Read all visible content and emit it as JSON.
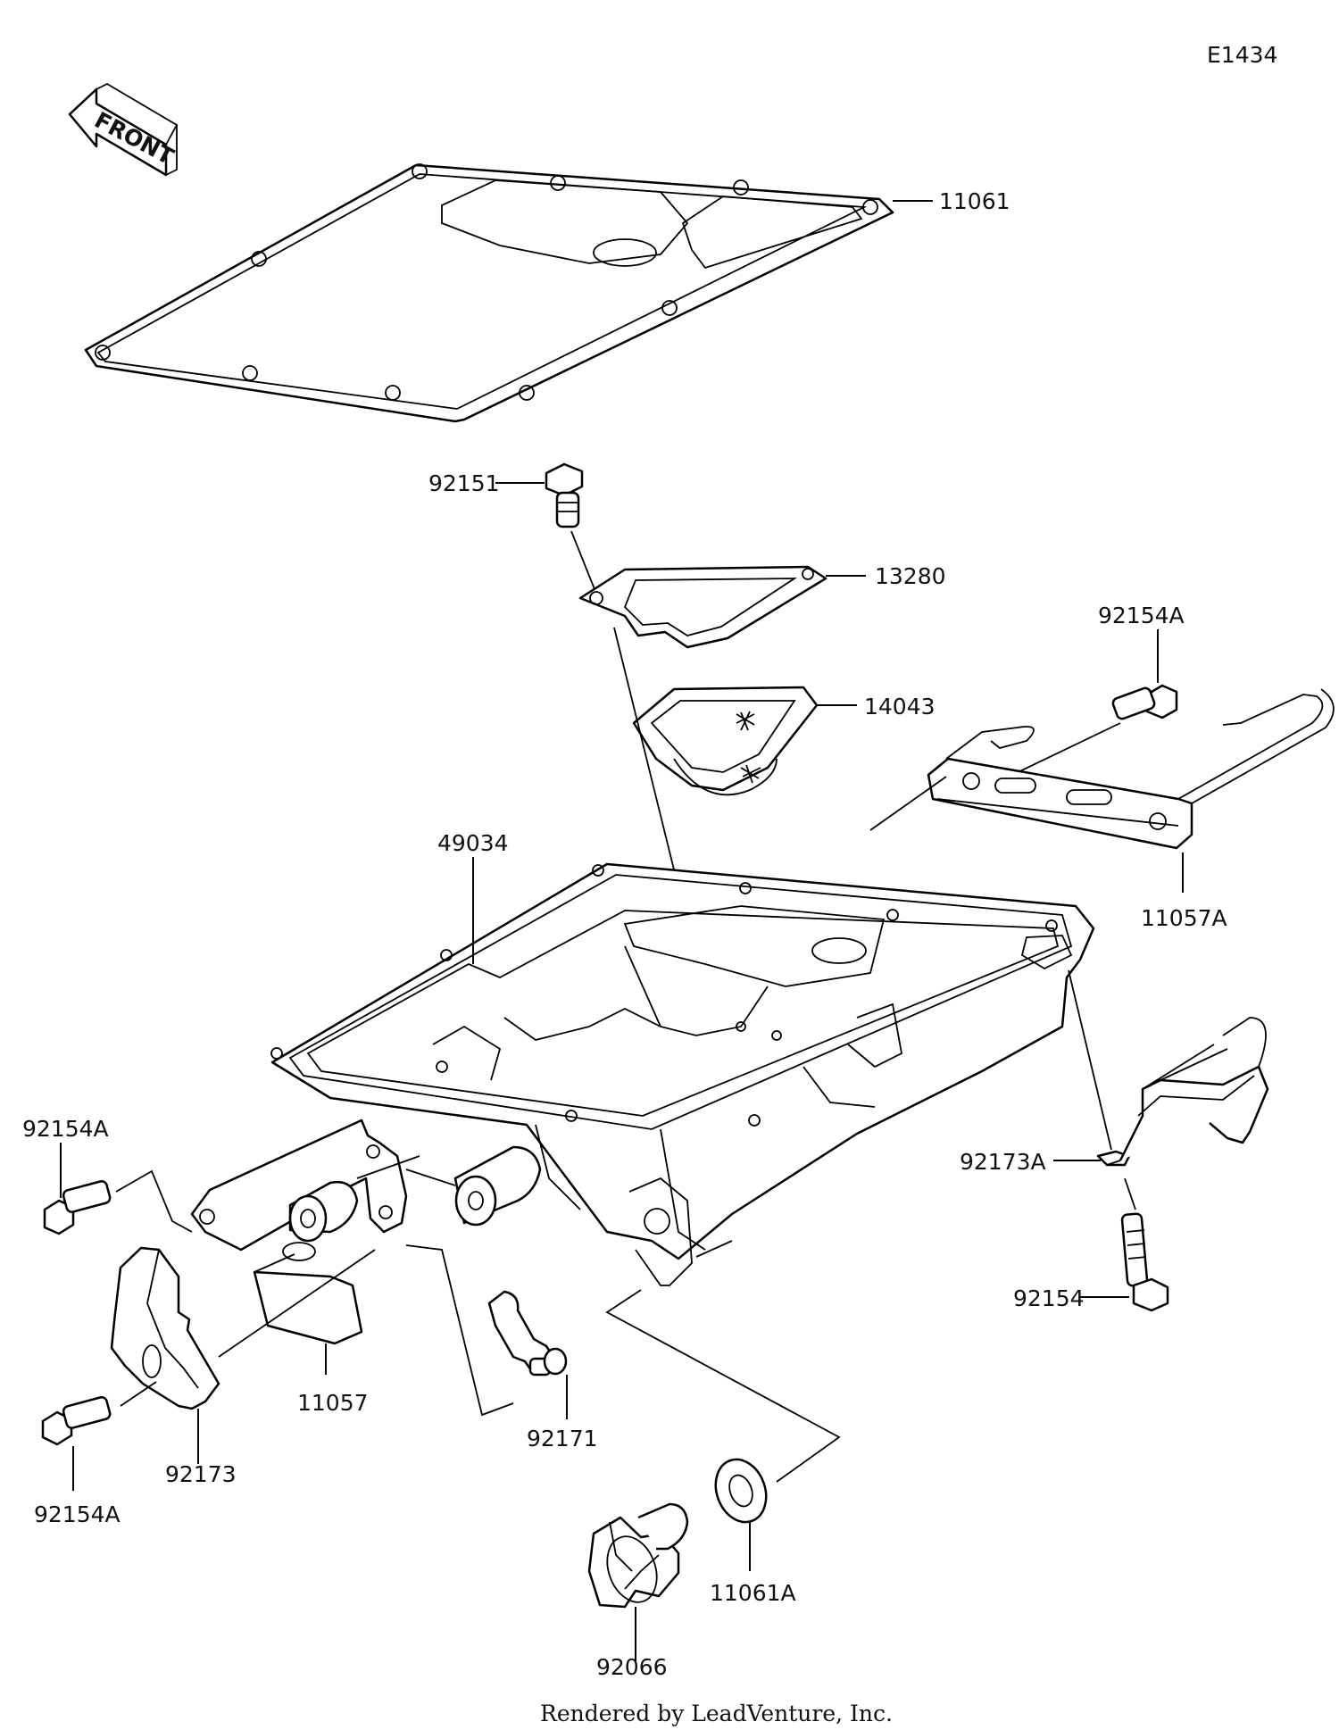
{
  "diagram_code": "E1434",
  "front_label": "FRONT",
  "footer": "Rendered by LeadVenture, Inc.",
  "part_labels": {
    "p11061": "11061",
    "p92151": "92151",
    "p13280": "13280",
    "p92154A_top": "92154A",
    "p14043": "14043",
    "p49034": "49034",
    "p11057A": "11057A",
    "p92154A_left": "92154A",
    "p92173A": "92173A",
    "p92154": "92154",
    "p11057": "11057",
    "p92173": "92173",
    "p92154A_bottom": "92154A",
    "p92171": "92171",
    "p11061A": "11061A",
    "p92066": "92066"
  }
}
